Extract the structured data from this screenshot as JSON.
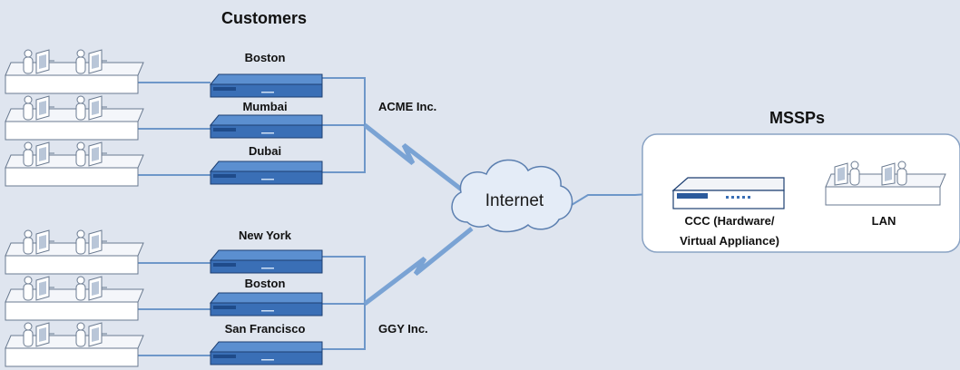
{
  "title": "Customers",
  "groups": [
    {
      "name": "ACME Inc.",
      "sites": [
        {
          "label": "Boston"
        },
        {
          "label": "Mumbai"
        },
        {
          "label": "Dubai"
        }
      ]
    },
    {
      "name": "GGY Inc.",
      "sites": [
        {
          "label": "New York"
        },
        {
          "label": "Boston"
        },
        {
          "label": "San Francisco"
        }
      ]
    }
  ],
  "internet_label": "Internet",
  "mssp": {
    "title": "MSSPs",
    "appliance_label_line1": "CCC (Hardware/",
    "appliance_label_line2": "Virtual Appliance)",
    "lan_label": "LAN"
  },
  "colors": {
    "background": "#dfe5ef",
    "device_blue": "#3a6fb6",
    "device_top": "#5b8fd0",
    "line_blue": "#6e97c9",
    "panel_border": "#8aa3c4",
    "cloud_fill": "#e4ecf7"
  }
}
